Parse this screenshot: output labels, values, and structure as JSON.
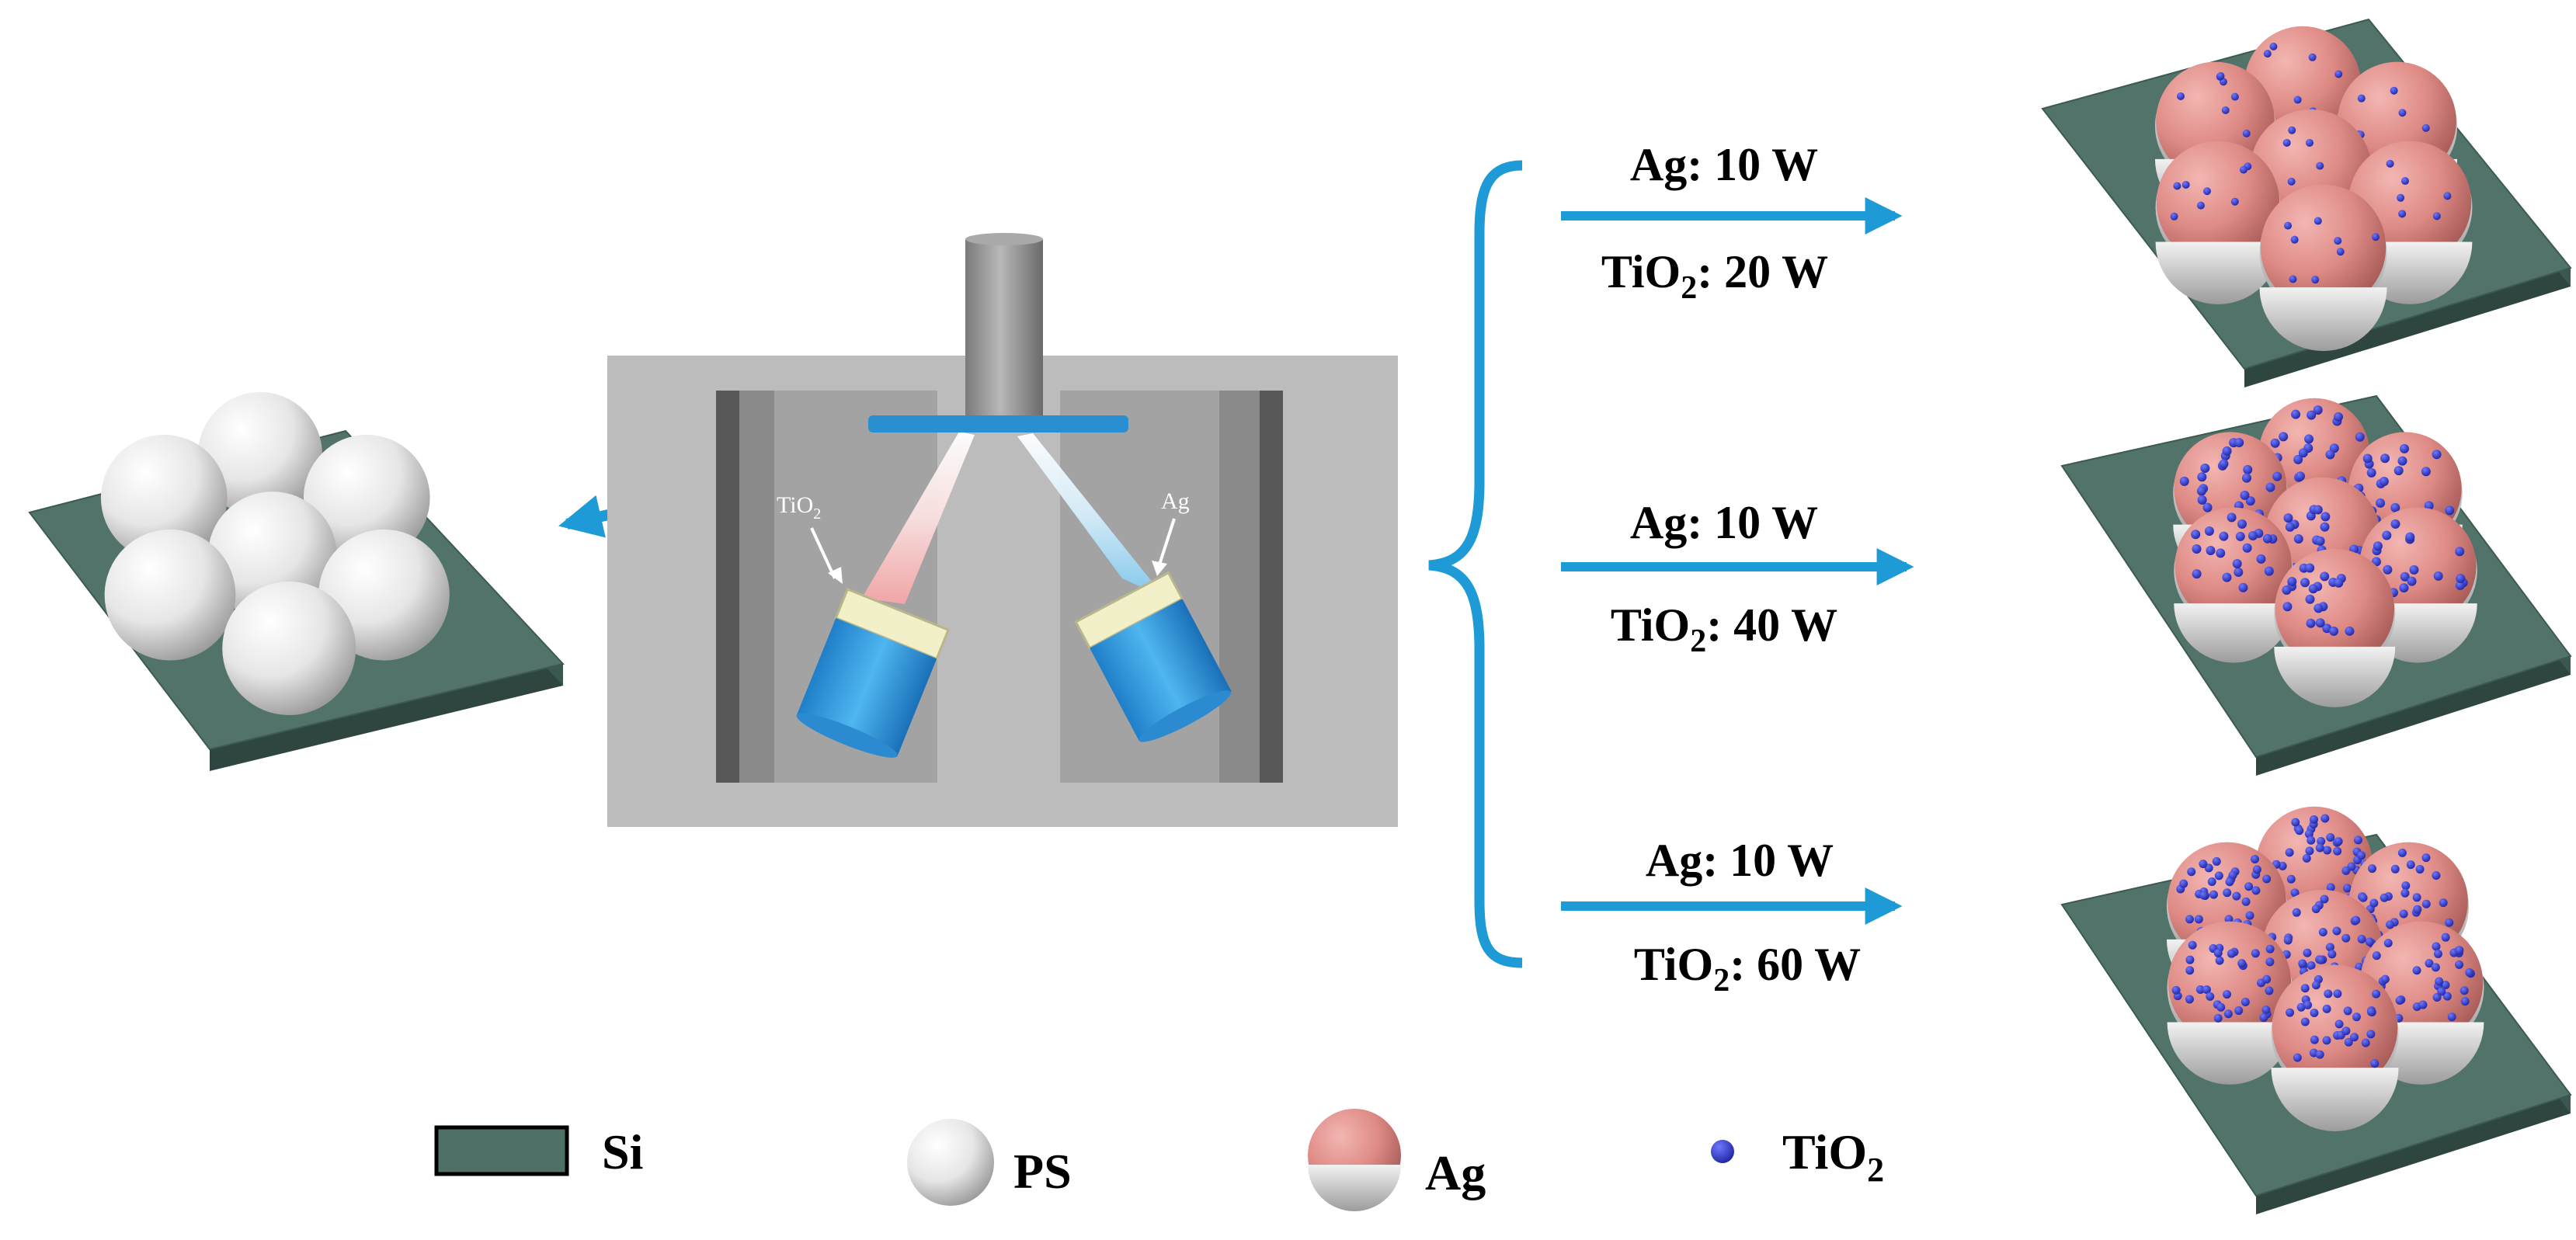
{
  "chamber": {
    "source_left_label": "TiO",
    "source_left_sub": "2",
    "source_right_label": "Ag"
  },
  "conditions": [
    {
      "ag_label": "Ag: 10 W",
      "tio_prefix": "TiO",
      "tio_sub": "2",
      "tio_suffix": ": 20 W",
      "tio2_dots": 8
    },
    {
      "ag_label": "Ag: 10 W",
      "tio_prefix": "TiO",
      "tio_sub": "2",
      "tio_suffix": ": 40 W",
      "tio2_dots": 22
    },
    {
      "ag_label": "Ag: 10 W",
      "tio_prefix": "TiO",
      "tio_sub": "2",
      "tio_suffix": ": 60 W",
      "tio2_dots": 38
    }
  ],
  "legend": {
    "si": "Si",
    "ps": "PS",
    "ag": "Ag",
    "tio_prefix": "TiO",
    "tio_sub": "2"
  },
  "colors": {
    "substrate": "#4f7067",
    "arrow": "#1e9ad6",
    "ag_shell": "#e08a86",
    "ps_sphere": "#e8e8e8",
    "tio2_dot": "#2b32c8",
    "chamber": "#bcbcbc"
  }
}
